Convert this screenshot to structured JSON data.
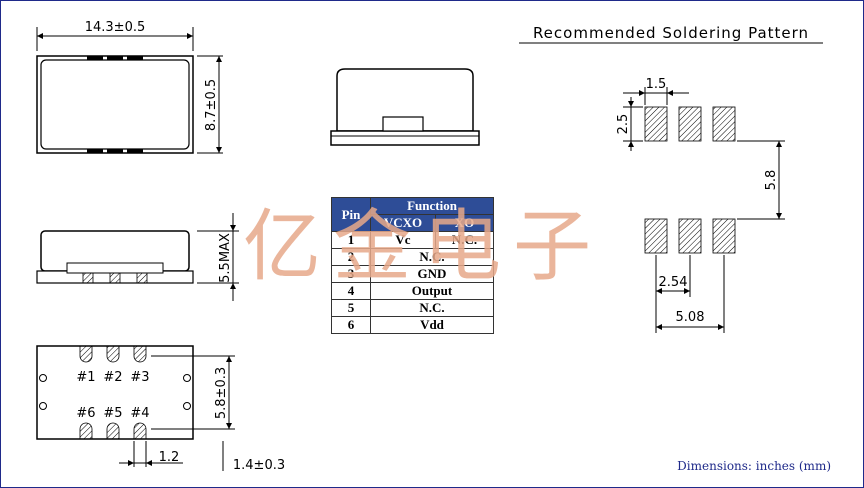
{
  "dimensions": {
    "top_width": "14.3±0.5",
    "top_height": "8.7±0.5",
    "side_height": "5.5MAX",
    "bottom_pad_spacing": "5.8±0.3",
    "bottom_pad_width": "1.2",
    "bottom_pad_length": "1.4±0.3",
    "pad_labels_top": [
      "#1",
      "#2",
      "#3"
    ],
    "pad_labels_bottom": [
      "#6",
      "#5",
      "#4"
    ]
  },
  "soldering": {
    "title": "Recommended Soldering Pattern",
    "pad_width": "1.5",
    "pad_height": "2.5",
    "row_spacing": "5.8",
    "pitch": "2.54",
    "span": "5.08"
  },
  "table": {
    "pin_header": "Pin",
    "function_header": "Function",
    "vcxo_header": "VCXO",
    "xo_header": "XO",
    "rows": [
      {
        "pin": "1",
        "vcxo": "Vc",
        "xo": "N.C."
      },
      {
        "pin": "2",
        "func": "N.C."
      },
      {
        "pin": "3",
        "func": "GND"
      },
      {
        "pin": "4",
        "func": "Output"
      },
      {
        "pin": "5",
        "func": "N.C."
      },
      {
        "pin": "6",
        "func": "Vdd"
      }
    ]
  },
  "watermark": "亿金电子",
  "footer": "Dimensions: inches (mm)",
  "colors": {
    "table_header": "#2e4d97",
    "frame": "#1f2a8a",
    "watermark": "#e7a98a",
    "footer": "#1f2a8a"
  }
}
